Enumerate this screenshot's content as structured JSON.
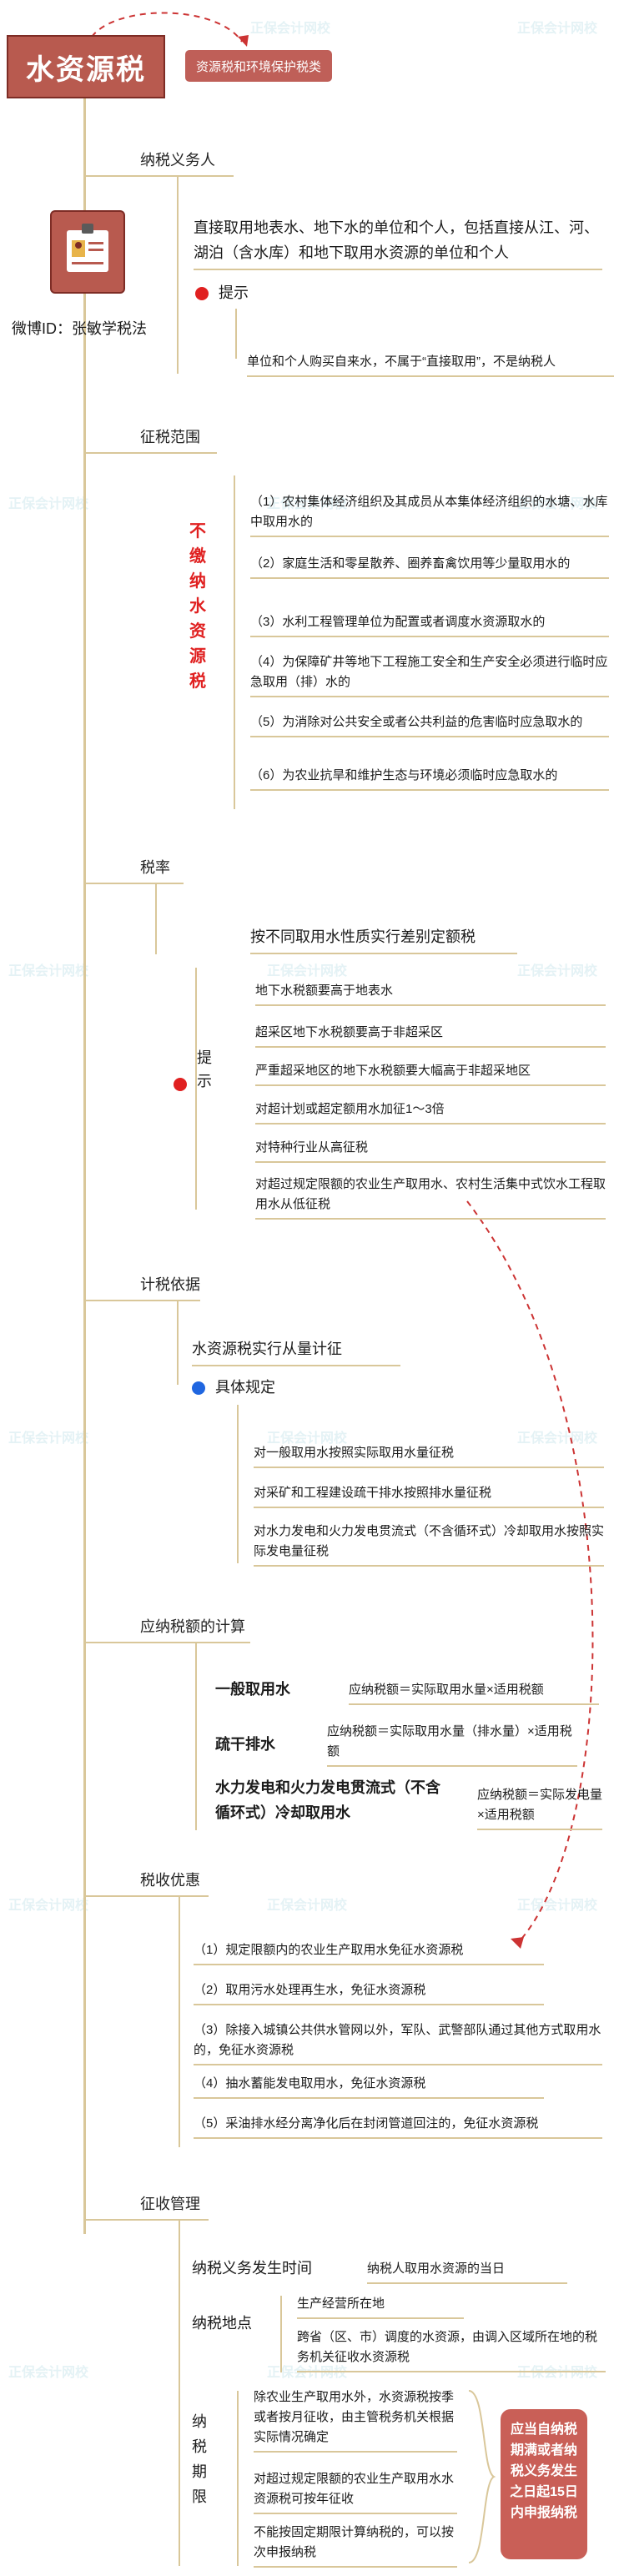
{
  "title": "水资源税",
  "tag": "资源税和环境保护税类",
  "weibo_id": "微博ID：张敏学税法",
  "watermark": "正保会计网校",
  "sections": {
    "taxpayer": "纳税义务人",
    "scope": "征税范围",
    "rate": "税率",
    "basis": "计税依据",
    "calc": "应纳税额的计算",
    "incentive": "税收优惠",
    "admin": "征收管理"
  },
  "taxpayer": {
    "main": "直接取用地表水、地下水的单位和个人，包括直接从江、河、湖泊（含水库）和地下取用水资源的单位和个人",
    "tip_label": "提示",
    "tip": "单位和个人购买自来水，不属于“直接取用”，不是纳税人"
  },
  "scope": {
    "red_label": "不缴纳水资源税",
    "items": [
      "（1）农村集体经济组织及其成员从本集体经济组织的水塘、水库中取用水的",
      "（2）家庭生活和零星散养、圈养畜禽饮用等少量取用水的",
      "（3）水利工程管理单位为配置或者调度水资源取水的",
      "（4）为保障矿井等地下工程施工安全和生产安全必须进行临时应急取用（排）水的",
      "（5）为消除对公共安全或者公共利益的危害临时应急取水的",
      "（6）为农业抗旱和维护生态与环境必须临时应急取水的"
    ]
  },
  "rate": {
    "main": "按不同取用水性质实行差别定额税",
    "tip_label": "提示",
    "items": [
      "地下水税额要高于地表水",
      "超采区地下水税额要高于非超采区",
      "严重超采地区的地下水税额要大幅高于非超采地区",
      "对超计划或超定额用水加征1～3倍",
      "对特种行业从高征税",
      "对超过规定限额的农业生产取用水、农村生活集中式饮水工程取用水从低征税"
    ]
  },
  "basis": {
    "main": "水资源税实行从量计征",
    "detail_label": "具体规定",
    "items": [
      "对一般取用水按照实际取用水量征税",
      "对采矿和工程建设疏干排水按照排水量征税",
      "对水力发电和火力发电贯流式（不含循环式）冷却取用水按照实际发电量征税"
    ]
  },
  "calc": {
    "rows": [
      {
        "label": "一般取用水",
        "formula": "应纳税额＝实际取用水量×适用税额"
      },
      {
        "label": "疏干排水",
        "formula": "应纳税额＝实际取用水量（排水量）×适用税额"
      },
      {
        "label": "水力发电和火力发电贯流式（不含循环式）冷却取用水",
        "formula": "应纳税额＝实际发电量×适用税额"
      }
    ]
  },
  "incentive": {
    "items": [
      "（1）规定限额内的农业生产取用水免征水资源税",
      "（2）取用污水处理再生水，免征水资源税",
      "（3）除接入城镇公共供水管网以外，军队、武警部队通过其他方式取用水的，免征水资源税",
      "（4）抽水蓄能发电取用水，免征水资源税",
      "（5）采油排水经分离净化后在封闭管道回注的，免征水资源税"
    ]
  },
  "admin": {
    "time_label": "纳税义务发生时间",
    "time_value": "纳税人取用水资源的当日",
    "place_label": "纳税地点",
    "place_items": [
      "生产经营所在地",
      "跨省（区、市）调度的水资源，由调入区域所在地的税务机关征收水资源税"
    ],
    "period_label": "纳税期限",
    "period_items": [
      "除农业生产取用水外，水资源税按季或者按月征收，由主管税务机关根据实际情况确定",
      "对超过规定限额的农业生产取用水水资源税可按年征收",
      "不能按固定期限计算纳税的，可以按次申报纳税"
    ],
    "deadline": "应当自纳税期满或者纳税义务发生之日起15日内申报纳税"
  },
  "colors": {
    "title_bg": "#b85a4f",
    "tag_bg": "#bf5f58",
    "line": "#d9c79a",
    "red": "#e02020",
    "blue": "#1f66e0"
  }
}
